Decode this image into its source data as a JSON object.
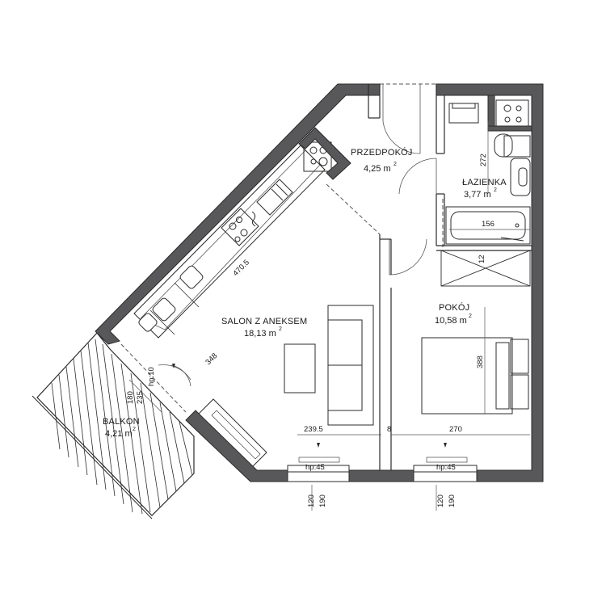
{
  "rooms": {
    "hall": {
      "name": "PRZEDPOKÓJ",
      "area": "4,25 m",
      "unit_exp": "2"
    },
    "bath": {
      "name": "ŁAZIENKA",
      "area": "3,77 m",
      "unit_exp": "2"
    },
    "living": {
      "name": "SALON Z ANEKSEM",
      "area": "18,13 m",
      "unit_exp": "2"
    },
    "bedroom": {
      "name": "POKÓJ",
      "area": "10,58 m",
      "unit_exp": "2"
    },
    "balcony": {
      "name": "BALKON",
      "area": "4,21 m",
      "unit_exp": "2"
    }
  },
  "dimensions": {
    "kitchen_wall": "470.5",
    "living_diag": "348",
    "living_width": "239.5",
    "partition": "8",
    "bedroom_width": "270",
    "bedroom_depth": "388",
    "bath_height": "272",
    "bath_width": "156",
    "bath_gap": "12",
    "balcony_door_h": "180",
    "balcony_door_w": "235",
    "balcony_hp": "hp:10",
    "window_hp_1": "hp:45",
    "window_hp_2": "hp:45",
    "window_1_sill": "120",
    "window_1_height": "190",
    "window_2_sill": "120",
    "window_2_height": "190"
  },
  "colors": {
    "wall": "#58585a",
    "line": "#2b2b2b",
    "thin": "#555555"
  }
}
